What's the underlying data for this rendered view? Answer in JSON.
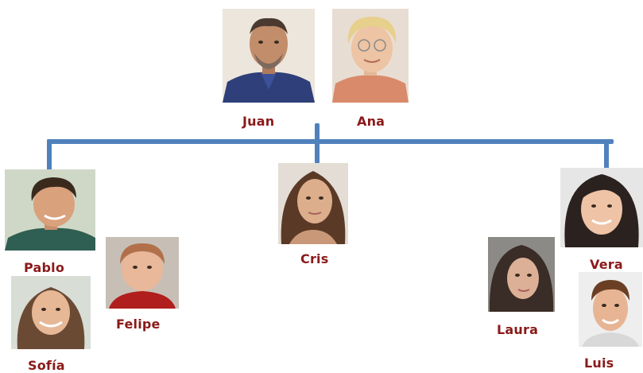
{
  "tree": {
    "parents": {
      "father": "Juan",
      "mother": "Ana"
    },
    "children": {
      "left": {
        "name": "Pablo",
        "spouse": "Sofía",
        "child": "Felipe"
      },
      "middle": {
        "name": "Cris"
      },
      "right": {
        "name": "Vera",
        "spouse": "Luis",
        "child": "Laura"
      }
    }
  },
  "colors": {
    "connector": "#4f81bd",
    "name_text": "#8b1a1a"
  }
}
